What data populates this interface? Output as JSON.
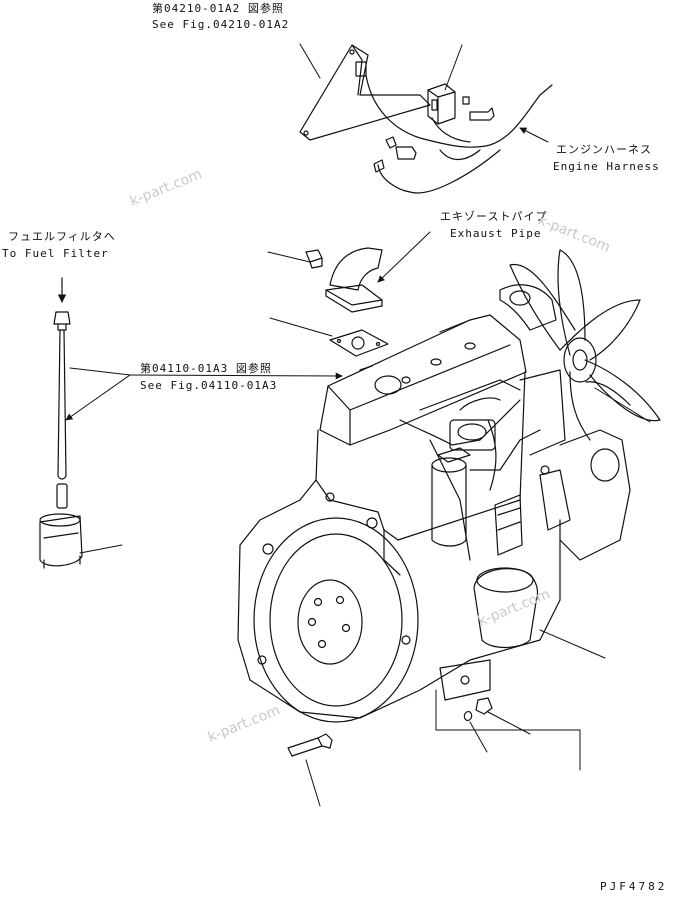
{
  "labels": {
    "ref_top_jp": "第04210-01A2 図参照",
    "ref_top_en": "See Fig.04210-01A2",
    "harness_jp": "エンジンハーネス",
    "harness_en": "Engine Harness",
    "exhaust_jp": "エキゾーストパイプ",
    "exhaust_en": "Exhaust Pipe",
    "fuel_jp": "フュエルフィルタへ",
    "fuel_en": "To Fuel Filter",
    "ref_mid_jp": "第04110-01A3 図参照",
    "ref_mid_en": "See Fig.04110-01A3"
  },
  "watermarks": [
    "k-part.com",
    "k-part.com",
    "k-part.com",
    "k-part.com"
  ],
  "drawing_code": "PJF4782",
  "colors": {
    "line": "#111111",
    "watermark": "#c9c9c9",
    "background": "#ffffff"
  }
}
